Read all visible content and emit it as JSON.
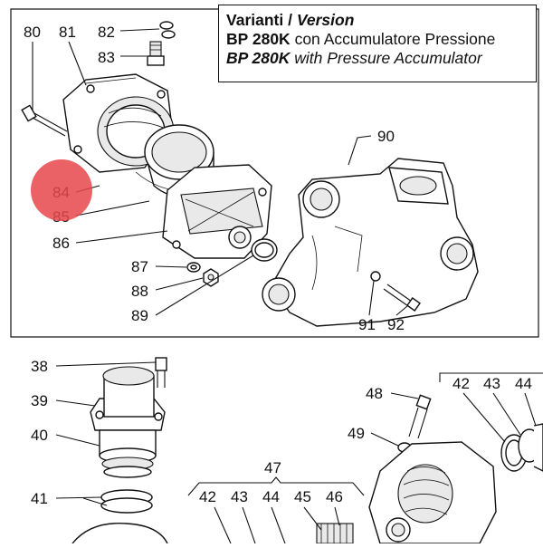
{
  "variant_box": {
    "heading_it": "Varianti",
    "heading_sep": "/",
    "heading_en": "Version",
    "row1_code": "BP 280K",
    "row1_text": "con Accumulatore Pressione",
    "row2_code": "BP 280K",
    "row2_text": "with Pressure Accumulator"
  },
  "highlight": {
    "label": "84",
    "color": "#e8474b"
  },
  "labels": {
    "l80": "80",
    "l81": "81",
    "l82": "82",
    "l83": "83",
    "l84": "84",
    "l85": "85",
    "l86": "86",
    "l87": "87",
    "l88": "88",
    "l89": "89",
    "l90": "90",
    "l91": "91",
    "l92": "92",
    "l38": "38",
    "l39": "39",
    "l40": "40",
    "l41": "41",
    "l47": "47",
    "l48": "48",
    "l49": "49",
    "l42a": "42",
    "l43a": "43",
    "l44a": "44",
    "l45": "45",
    "l46": "46",
    "l42b": "42",
    "l43b": "43",
    "l44b": "44"
  }
}
